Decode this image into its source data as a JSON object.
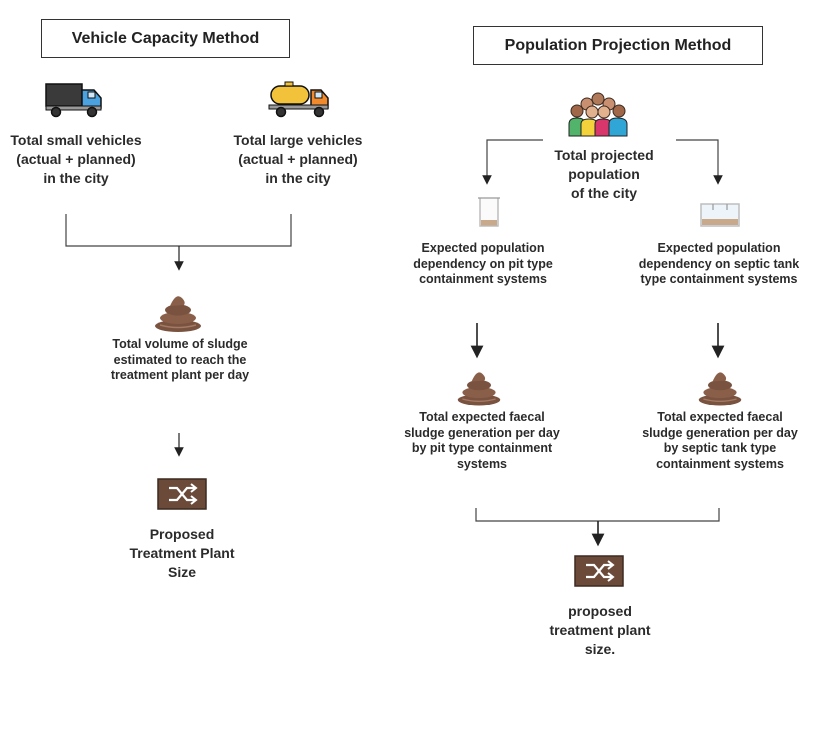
{
  "left": {
    "title": "Vehicle Capacity Method",
    "small_vehicles": "Total small vehicles\n(actual + planned)\nin the city",
    "large_vehicles": "Total large vehicles\n(actual + planned)\nin the city",
    "sludge_volume": "Total volume of sludge\nestimated to reach the\ntreatment plant per day",
    "plant_size": "Proposed\nTreatment Plant\nSize"
  },
  "right": {
    "title": "Population Projection Method",
    "population": "Total projected\npopulation\nof the city",
    "pit_dependency": "Expected population\ndependency on pit type\ncontainment systems",
    "septic_dependency": "Expected population\ndependency on septic tank\ntype containment systems",
    "pit_sludge": "Total expected faecal\nsludge generation per day\nby pit type containment\nsystems",
    "septic_sludge": "Total expected faecal\nsludge generation per day\nby septic tank type\ncontainment systems",
    "plant_size": "proposed\ntreatment plant\nsize."
  },
  "icons": {
    "small_truck": "truck-icon",
    "large_truck": "tanker-truck-icon",
    "sludge": "sludge-icon",
    "treatment_plant": "treatment-plant-icon",
    "population": "population-icon",
    "pit": "pit-container-icon",
    "septic": "septic-tank-icon"
  },
  "colors": {
    "sludge": "#7a5240",
    "plant_box": "#6b4a3a",
    "truck_small_cargo": "#3a3a3a",
    "truck_cab": "#4aa3e0",
    "tanker": "#f2c23a"
  }
}
